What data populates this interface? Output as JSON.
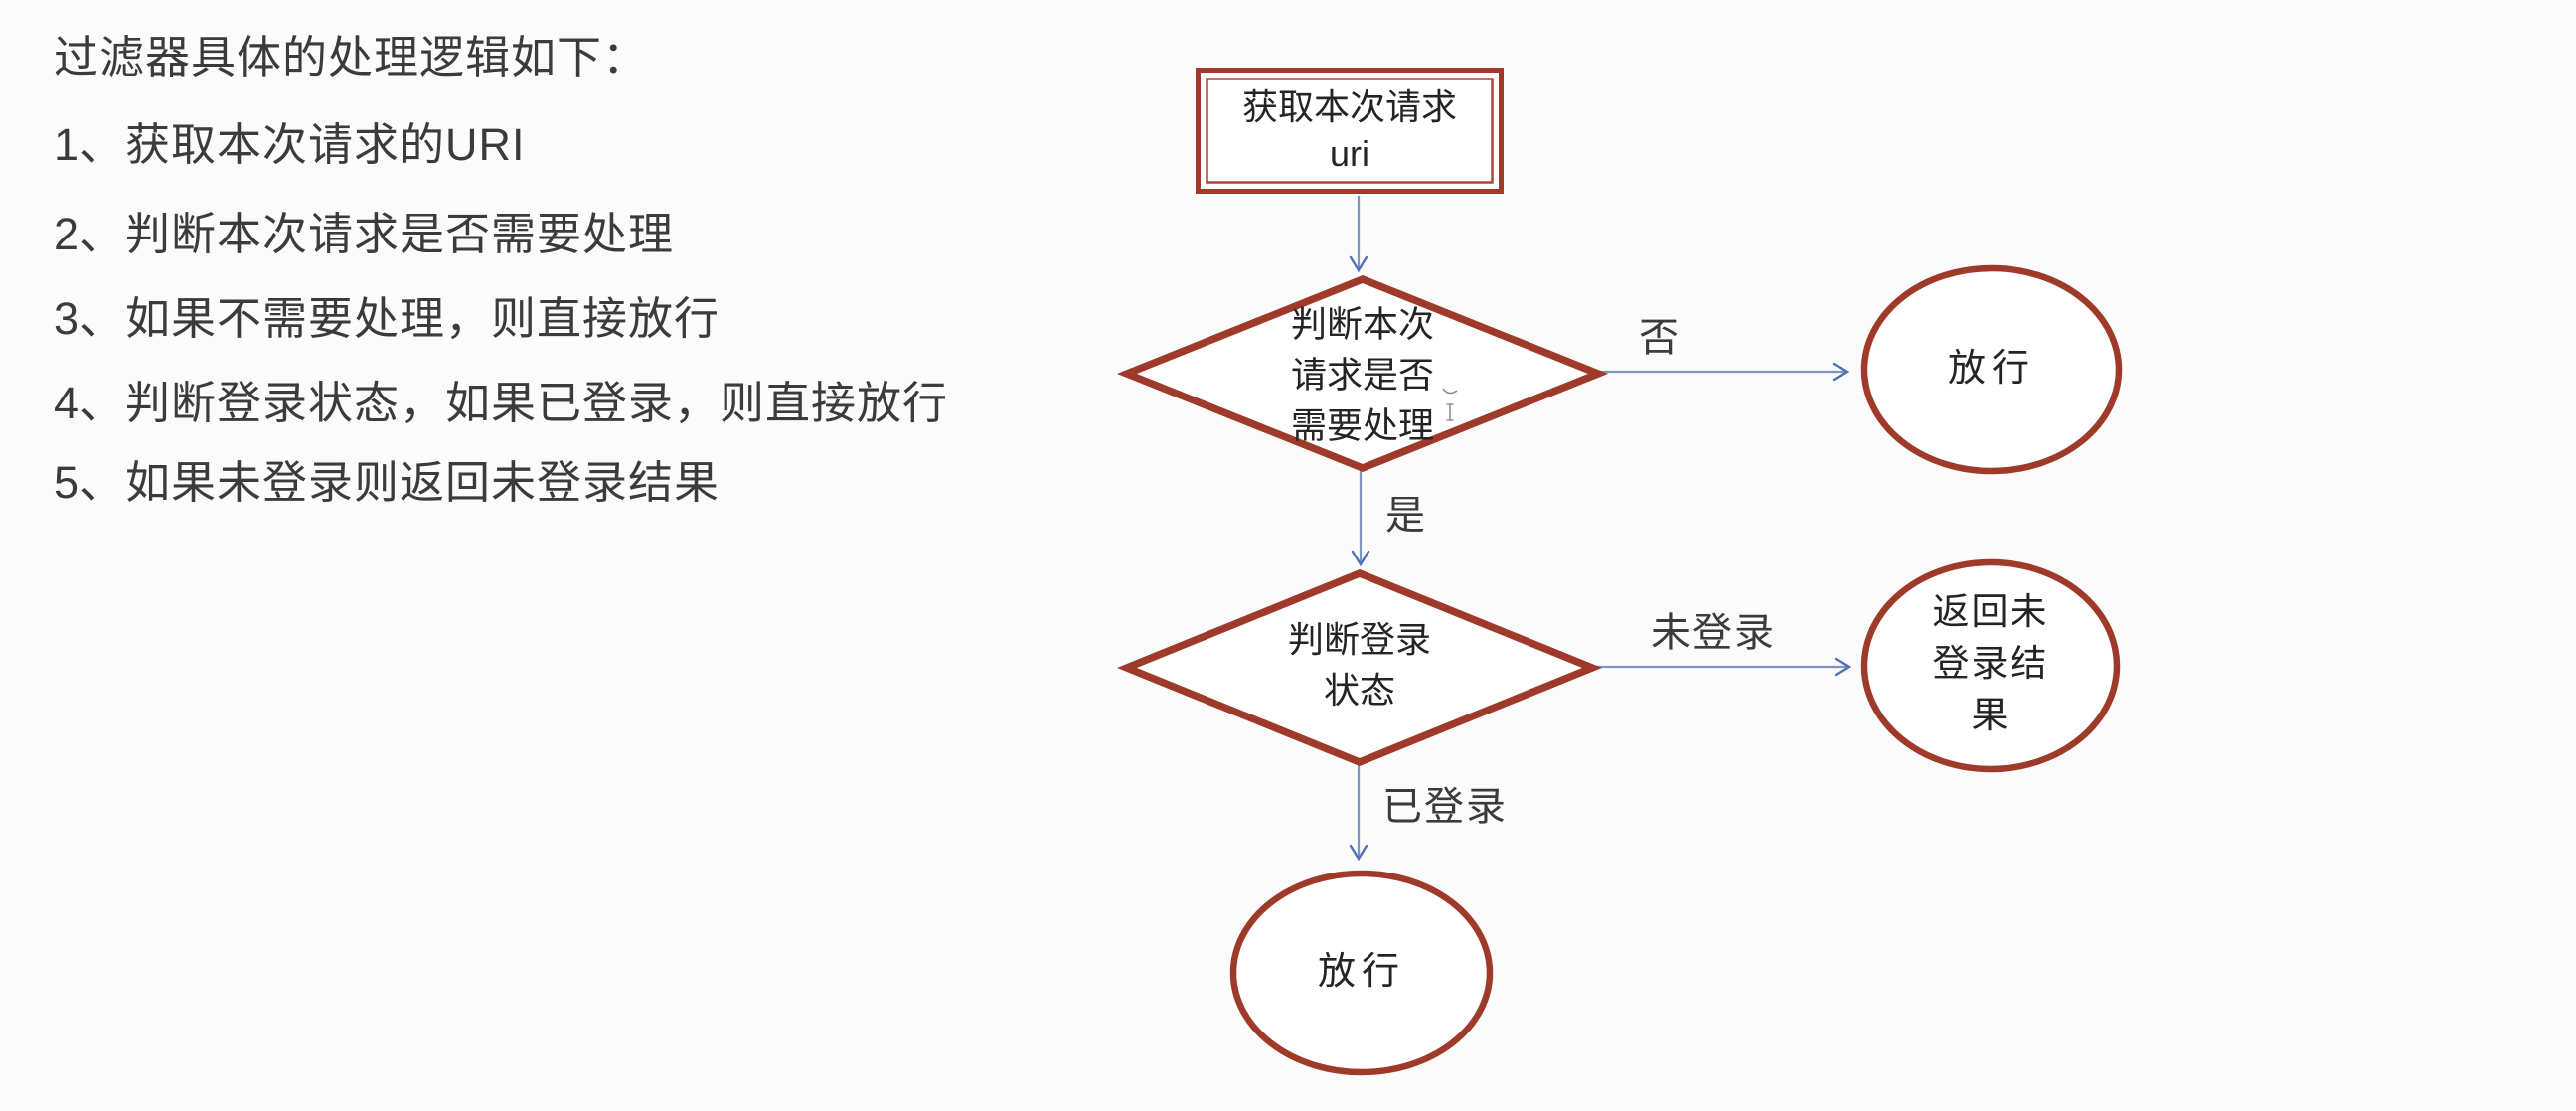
{
  "colors": {
    "background": "#fbfbfb",
    "shape_border": "#9e3a2a",
    "shape_border_inner": "#a74735",
    "arrow_line": "#7e94c1",
    "arrow_head": "#4d72b7",
    "notes_text": "#3b3b3b",
    "node_text": "#242424"
  },
  "notes": {
    "title": "过滤器具体的处理逻辑如下：",
    "items": [
      "1、获取本次请求的URI",
      "2、判断本次请求是否需要处理",
      "3、如果不需要处理，则直接放行",
      "4、判断登录状态，如果已登录，则直接放行",
      "5、如果未登录则返回未登录结果"
    ]
  },
  "flowchart": {
    "nodes": {
      "start": {
        "type": "process",
        "lines": [
          "获取本次请求",
          "uri"
        ]
      },
      "decision_request": {
        "type": "decision",
        "lines": [
          "判断本次",
          "请求是否",
          "需要处理"
        ]
      },
      "pass_direct": {
        "type": "terminal",
        "lines": [
          "放行"
        ]
      },
      "decision_login": {
        "type": "decision",
        "lines": [
          "判断登录",
          "状态"
        ]
      },
      "return_unlogged": {
        "type": "terminal",
        "lines": [
          "返回未",
          "登录结",
          "果"
        ]
      },
      "pass_logged": {
        "type": "terminal",
        "lines": [
          "放行"
        ]
      }
    },
    "edge_labels": {
      "no": "否",
      "yes": "是",
      "not_logged_in": "未登录",
      "logged_in": "已登录"
    }
  }
}
